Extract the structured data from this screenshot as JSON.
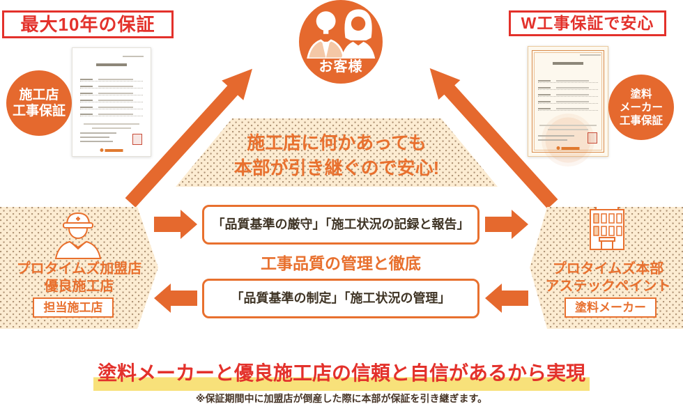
{
  "title_badges": {
    "left": "最大10年の保証",
    "right": "W工事保証で安心"
  },
  "customer": {
    "label": "お客様",
    "icon": "couple-icon"
  },
  "seals": {
    "left": {
      "lines": [
        "施工店",
        "工事保証"
      ]
    },
    "right": {
      "lines": [
        "塗料",
        "メーカー",
        "工事保証"
      ]
    }
  },
  "banner": {
    "line1": "施工店に何かあっても",
    "line2": "本部が引き継ぐので安心!"
  },
  "quality": {
    "top_box": "「品質基準の厳守」「施工状況の記録と報告」",
    "title": "工事品質の管理と徹底",
    "bottom_box": "「品質基準の制定」「施工状況の管理」"
  },
  "contractor": {
    "line1": "プロタイムズ加盟店",
    "line2": "優良施工店",
    "tag": "担当施工店",
    "icon": "construction-worker-icon"
  },
  "maker": {
    "line1": "プロタイムズ本部",
    "line2": "アステックペイント",
    "tag": "塗料メーカー",
    "icon": "office-building-icon"
  },
  "footer": {
    "headline": "塗料メーカーと優良施工店の信頼と自信があるから実現",
    "note": "※保証期間中に加盟店が倒産した際に本部が保証を引き継ぎます。"
  },
  "colors": {
    "orange": "#e5692e",
    "orange_deep": "#e8702e",
    "red": "#e3312b",
    "cream": "#fcecd2",
    "dark_text": "#3f3425",
    "highlight_yellow": "#f8e17a"
  }
}
